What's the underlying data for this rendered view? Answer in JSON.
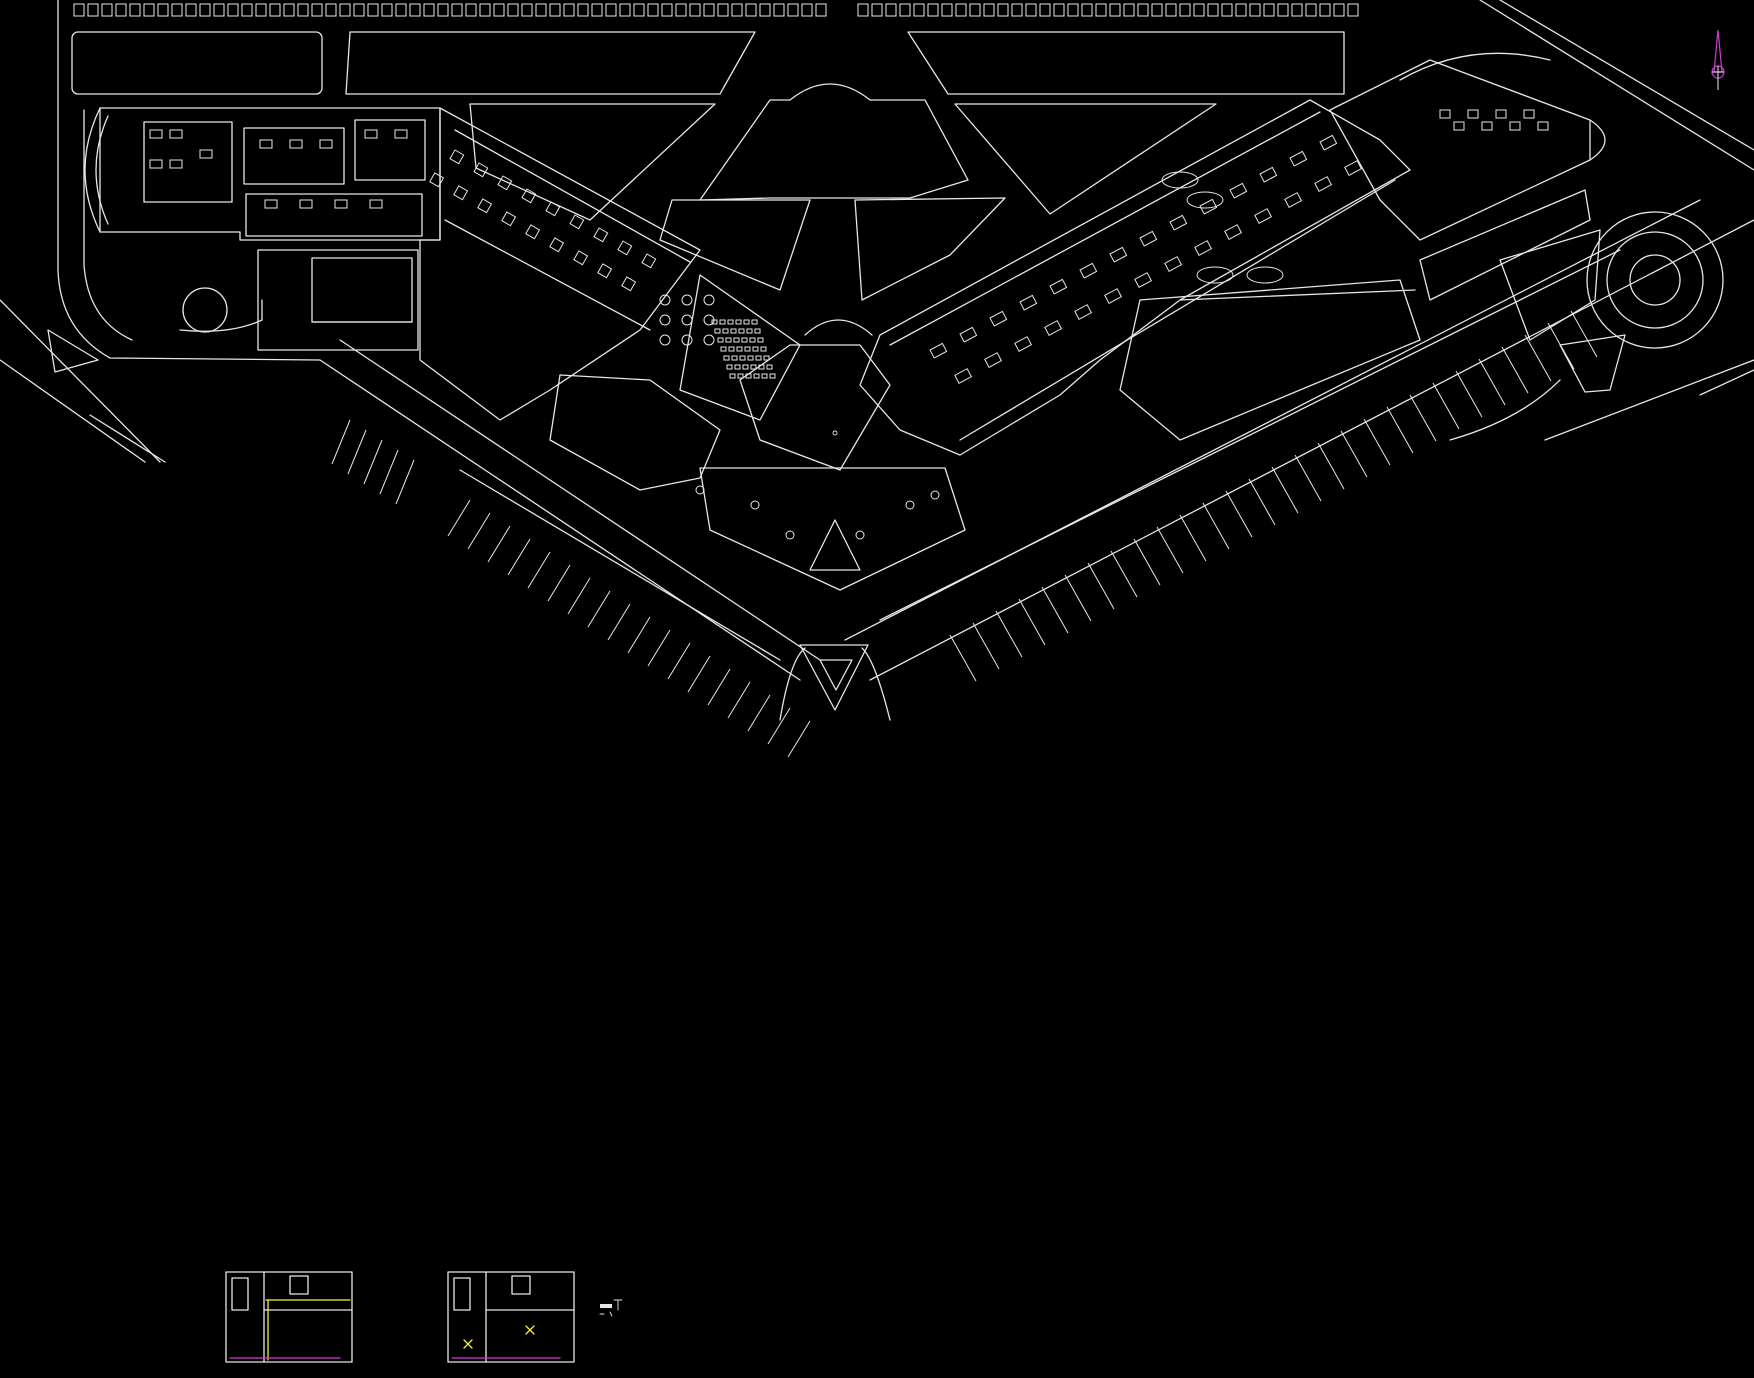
{
  "drawing": {
    "background": "#000000",
    "colors": {
      "linework": "#e6e6e6",
      "highlight": "#f2f23a",
      "accent": "#d23cd2"
    },
    "icons": [
      "north-arrow-icon"
    ],
    "layers": [
      "site-plan",
      "building-floor-plan",
      "enlarged-plan-1",
      "enlarged-plan-2",
      "legend-key"
    ]
  }
}
